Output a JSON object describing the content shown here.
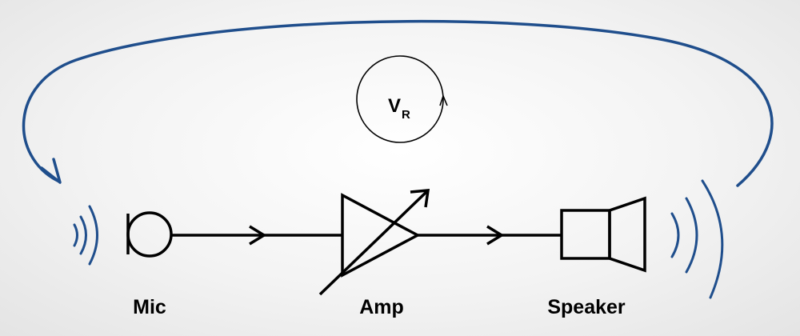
{
  "labels": {
    "mic": "Mic",
    "amp": "Amp",
    "speaker": "Speaker",
    "loop_symbol": "V",
    "loop_subscript": "R"
  },
  "colors": {
    "feedback_path": "#1f4e8c",
    "sound_waves": "#1f4e8c",
    "circuit": "#000000"
  }
}
